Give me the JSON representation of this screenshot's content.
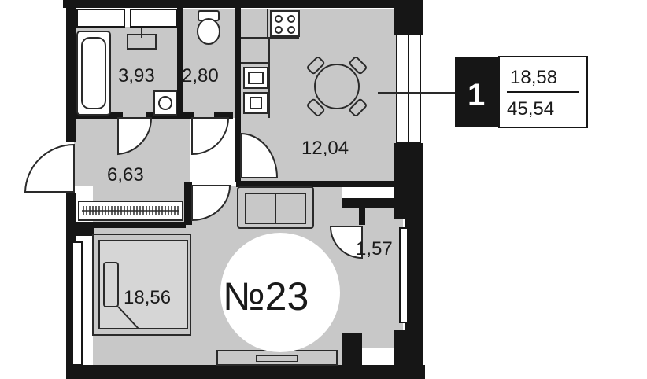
{
  "colors": {
    "floor": "#c8c8c8",
    "wall": "#161616",
    "line": "#2a2a2a",
    "white": "#ffffff",
    "badge": "#161616"
  },
  "rooms": {
    "bathroom": "3,93",
    "toilet": "2,80",
    "kitchen": "12,04",
    "hall": "6,63",
    "balcony": "1,57",
    "bedroom": "18,56"
  },
  "apartment_number": "№23",
  "summary": {
    "rooms": "1",
    "living_area": "18,58",
    "total_area": "45,54"
  },
  "icons": [
    "bathtub-icon",
    "sink-icon",
    "washing-machine-icon",
    "toilet-icon",
    "stove-icon",
    "kitchen-sink-icon",
    "dining-table-icon",
    "wardrobe-icon",
    "sofa-icon",
    "bed-icon",
    "tv-stand-icon"
  ]
}
